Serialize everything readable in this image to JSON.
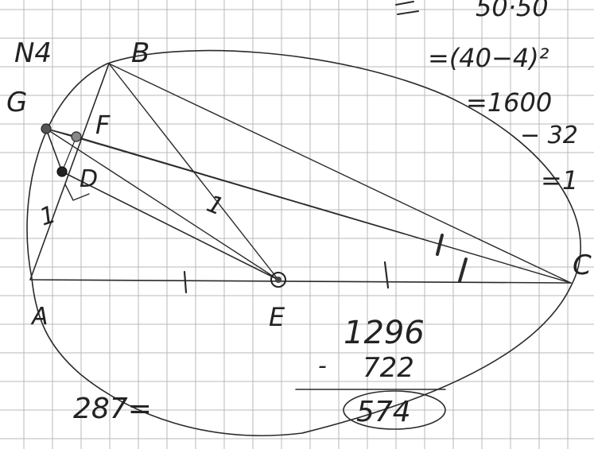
{
  "problem_number": "N4",
  "points": {
    "A": "A",
    "B": "B",
    "C": "C",
    "D": "D",
    "E": "E",
    "F": "F",
    "G": "G"
  },
  "segment_marks": {
    "AB": "1",
    "BE": "1"
  },
  "margin_calculation": {
    "line1": "50·50",
    "line2": "=(40−4)²",
    "line3": "=1600",
    "line4": "− 32",
    "line5": "=1"
  },
  "subtraction": {
    "minuend": "1296",
    "minus_sign": "-",
    "subtrahend": "722",
    "result": "574"
  },
  "side_note": "287="
}
